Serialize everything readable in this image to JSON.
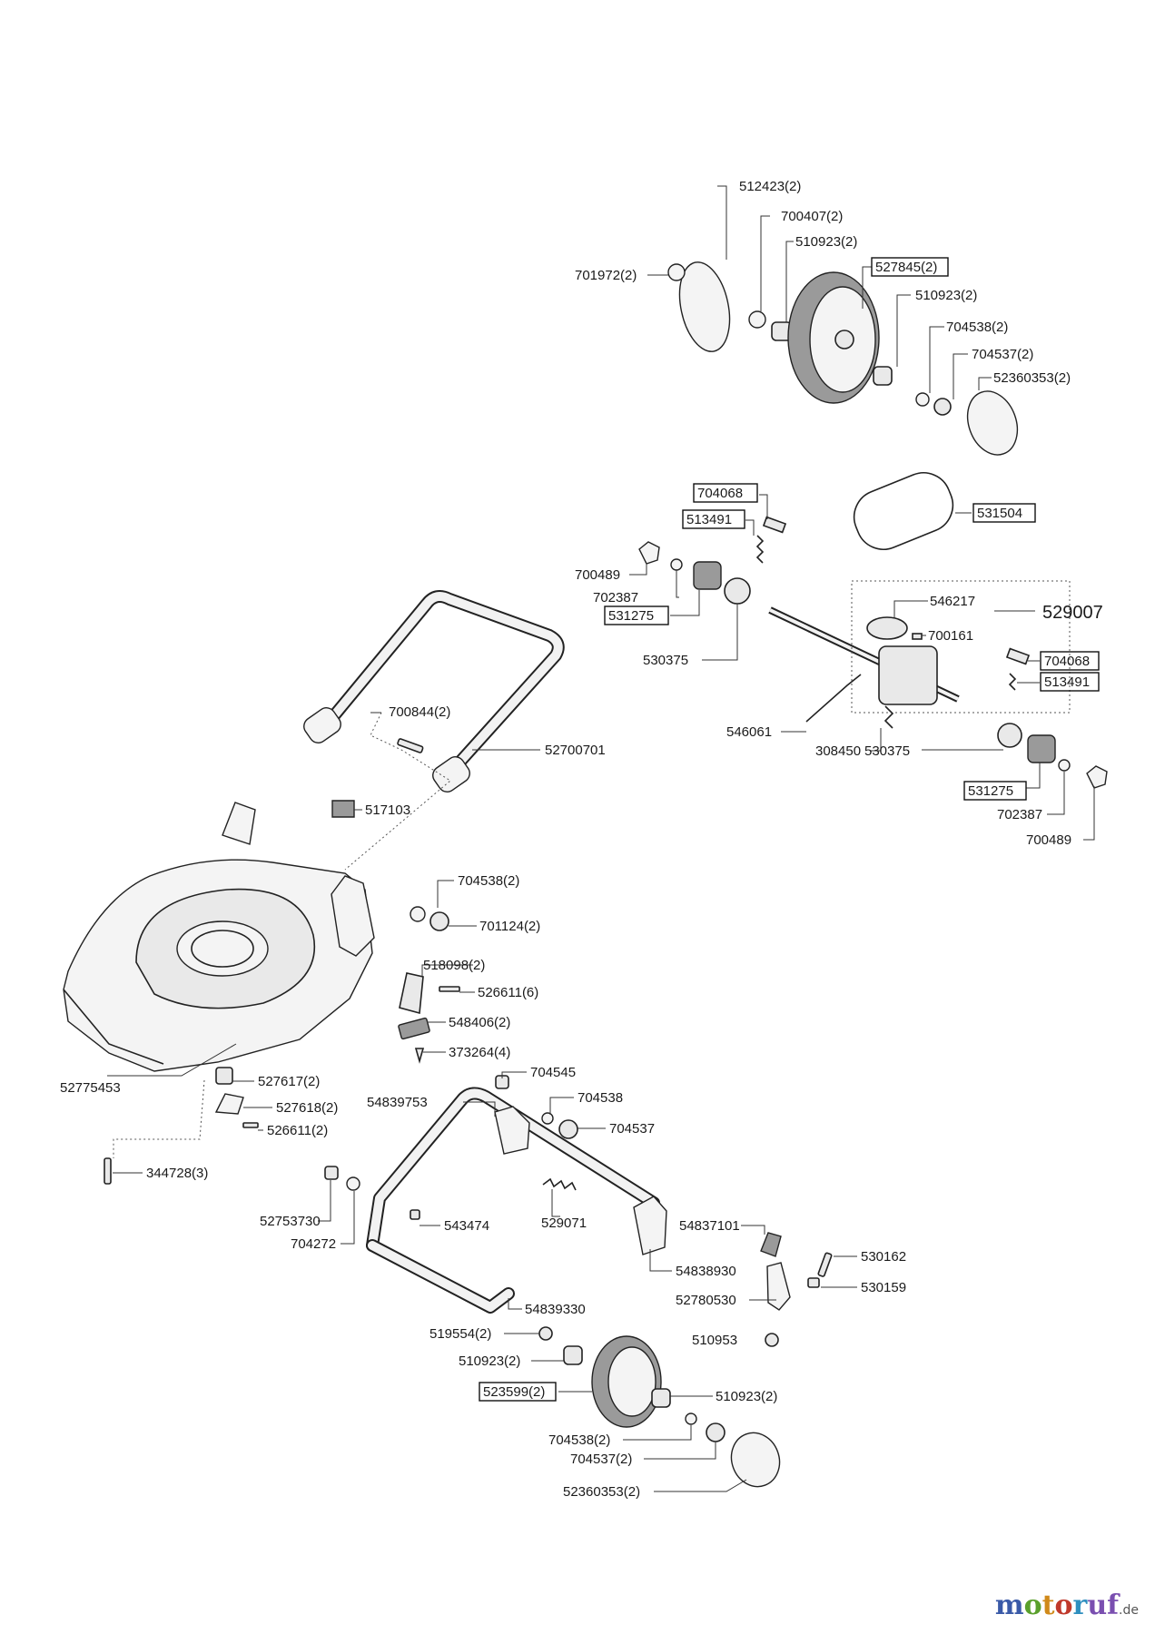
{
  "part_labels": {
    "p512423": "512423(2)",
    "p700407": "700407(2)",
    "p510923_a": "510923(2)",
    "p527845": "527845(2)",
    "p701972": "701972(2)",
    "p510923_b": "510923(2)",
    "p704538_a": "704538(2)",
    "p704537_a": "704537(2)",
    "p52360353_a": "52360353(2)",
    "p704068_a": "704068",
    "p513491_a": "513491",
    "p531504": "531504",
    "p700489_a": "700489",
    "p702387_a": "702387",
    "p531275_a": "531275",
    "p546217": "546217",
    "p529007": "529007",
    "p700161": "700161",
    "p530375_a": "530375",
    "p704068_b": "704068",
    "p513491_b": "513491",
    "p546061": "546061",
    "p308450": "308450",
    "p530375_b": "530375",
    "p531275_b": "531275",
    "p702387_b": "702387",
    "p700489_b": "700489",
    "p700844": "700844(2)",
    "p52700701": "52700701",
    "p517103": "517103",
    "p704538_b": "704538(2)",
    "p701124": "701124(2)",
    "p518098": "518098(2)",
    "p526611_a": "526611(6)",
    "p548406": "548406(2)",
    "p373264": "373264(4)",
    "p52775453": "52775453",
    "p527617": "527617(2)",
    "p527618": "527618(2)",
    "p526611_b": "526611(2)",
    "p344728": "344728(3)",
    "p704545": "704545",
    "p54839753": "54839753",
    "p704538_c": "704538",
    "p704537_b": "704537",
    "p52753730": "52753730",
    "p704272": "704272",
    "p543474": "543474",
    "p529071": "529071",
    "p54837101": "54837101",
    "p530162": "530162",
    "p54838930": "54838930",
    "p530159": "530159",
    "p52780530": "52780530",
    "p54839330": "54839330",
    "p519554": "519554(2)",
    "p510953": "510953",
    "p510923_c": "510923(2)",
    "p523599": "523599(2)",
    "p510923_d": "510923(2)",
    "p704538_d": "704538(2)",
    "p704537_c": "704537(2)",
    "p52360353_b": "52360353(2)"
  },
  "watermark": {
    "brand_parts": [
      "m",
      "o",
      "t",
      "o",
      "r",
      "uf"
    ],
    "domain": ".de"
  }
}
